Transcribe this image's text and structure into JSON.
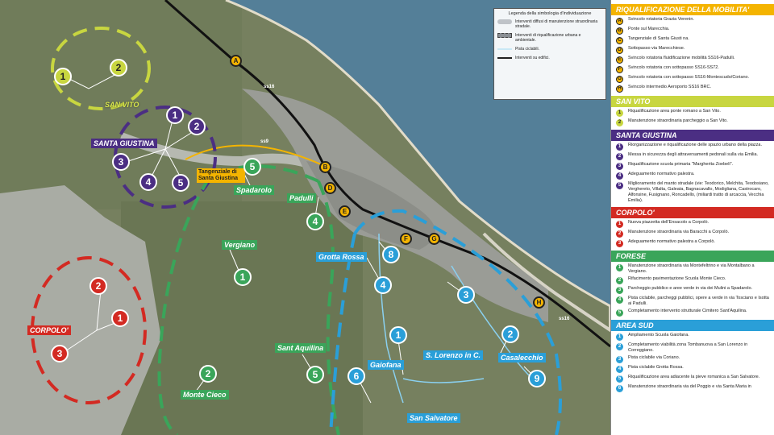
{
  "legend": {
    "title": "Legenda della simbologia d'individuazione",
    "items": [
      {
        "label": "Interventi diffusi di manutenzione straordinaria stradale."
      },
      {
        "label": "Interventi di riqualificazione urbana e ambientale."
      },
      {
        "label": "Pista ciclabili."
      },
      {
        "label": "Interventi su edifici."
      }
    ]
  },
  "places": {
    "san_vito": "SAN VITO",
    "santa_giustina": "SANTA GIUSTINA",
    "corpolo": "CORPOLO'",
    "tangenziale": "Tangenziale di Santa Giustina",
    "spadarolo": "Spadarolo",
    "padulli": "Padulli",
    "vergiano": "Vergiano",
    "grotta_rossa": "Grotta Rossa",
    "sant_aquilina": "Sant Aquilina",
    "monte_cieco": "Monte Cieco",
    "gaiofana": "Gaiofana",
    "s_lorenzo": "S. Lorenzo in C.",
    "casalecchio": "Casalecchio",
    "san_salvatore": "San Salvatore",
    "ss16": "ss16",
    "ss9": "ss9"
  },
  "markers": {
    "yellow": [
      "A",
      "B",
      "D",
      "E",
      "F",
      "G",
      "H"
    ],
    "lime": [
      "1",
      "2"
    ],
    "purple": [
      "1",
      "2",
      "3",
      "4",
      "5"
    ],
    "red": [
      "2",
      "1",
      "3"
    ],
    "green": [
      "5",
      "4",
      "1",
      "5",
      "2"
    ],
    "blue": [
      "8",
      "4",
      "3",
      "1",
      "6",
      "2",
      "9"
    ]
  },
  "sections": [
    {
      "title": "RIQUALIFICAZIONE DELLA MOBILITA'",
      "color": "yellow",
      "items": [
        {
          "n": "A",
          "text": "Svincolo rotatoria Grazia Verenin."
        },
        {
          "n": "B",
          "text": "Ponte sul Marecchia."
        },
        {
          "n": "C",
          "text": "Tangenziale di Santa Giusti na."
        },
        {
          "n": "D",
          "text": "Sottopasso via Marecchiese."
        },
        {
          "n": "E",
          "text": "Svincolo rotatoria fluidificazione mobilità SS16-Padulli."
        },
        {
          "n": "F",
          "text": "Svincolo rotatoria con sottopasso SS16-SS72."
        },
        {
          "n": "G",
          "text": "Svincolo rotatoria con sottopasso SS16-Montescudo/Coriano."
        },
        {
          "n": "H",
          "text": "Svincolo intermedio Aeroporto SS16 BRC."
        }
      ]
    },
    {
      "title": "SAN VITO",
      "color": "lime",
      "items": [
        {
          "n": "1",
          "text": "Riqualificazione area ponte romano a San Vito."
        },
        {
          "n": "2",
          "text": "Manutenzione straordinaria parcheggio a San Vito."
        }
      ]
    },
    {
      "title": "SANTA GIUSTINA",
      "color": "purple",
      "items": [
        {
          "n": "1",
          "text": "Riorganizzazione e riqualificazione delle spazio urbano della piazza."
        },
        {
          "n": "2",
          "text": "Messa in sicurezza degli attraversamenti pedonali sulla via Emilia."
        },
        {
          "n": "3",
          "text": "Riqualificazione scuola primaria \"Margherita Zoebeli\"."
        },
        {
          "n": "4",
          "text": "Adeguamento normativo palestra."
        },
        {
          "n": "5",
          "text": "Miglioramento del manto stradale (vie: Teodorico, Melchita, Teodosiano, Verghereto, Villalta, Galeata, Bagnacavallo, Modigliana, Castrocaro, Alfonsine, Fusignano, Roncadello, (miliardi tratto di arcaccia, Vecchia Emilia)."
        }
      ]
    },
    {
      "title": "CORPOLO'",
      "color": "red",
      "items": [
        {
          "n": "1",
          "text": "Nuova piazzetta dell'Ensacolo a Corpolò."
        },
        {
          "n": "2",
          "text": "Manutenzione straordinaria via Baracchi a Corpolò."
        },
        {
          "n": "3",
          "text": "Adeguamento normativo palestra a Corpolò."
        }
      ]
    },
    {
      "title": "FORESE",
      "color": "green",
      "items": [
        {
          "n": "1",
          "text": "Manutenzione straordinaria via Montefeltrino e via Montalbano a Vergiano."
        },
        {
          "n": "2",
          "text": "Rifacimento pavimentazione Scuola Monte Cieco."
        },
        {
          "n": "3",
          "text": "Parcheggio pubblico e aree verde in via dei Mulini a Spadarolo."
        },
        {
          "n": "4",
          "text": "Pista ciclabile, parcheggi pubblici, opere a verde in via Tosciano e Isotta ai Padulli."
        },
        {
          "n": "5",
          "text": "Completamento intervento strutturale Cimitero Sant'Aquilina."
        }
      ]
    },
    {
      "title": "AREA SUD",
      "color": "blue",
      "items": [
        {
          "n": "1",
          "text": "Ampliamento Scuola Gaiofana."
        },
        {
          "n": "2",
          "text": "Completamento viabilità zona Tombanuova a San Lorenzo in Correggiano."
        },
        {
          "n": "3",
          "text": "Pista ciclabile via Coriano."
        },
        {
          "n": "4",
          "text": "Pista ciclabile Grotta Rossa."
        },
        {
          "n": "5",
          "text": "Riqualificazione area adiacente la pieve romanica a San Salvatore."
        },
        {
          "n": "6",
          "text": "Manutenzione straordinaria via del Poggio e via Santa Maria in"
        }
      ]
    }
  ]
}
